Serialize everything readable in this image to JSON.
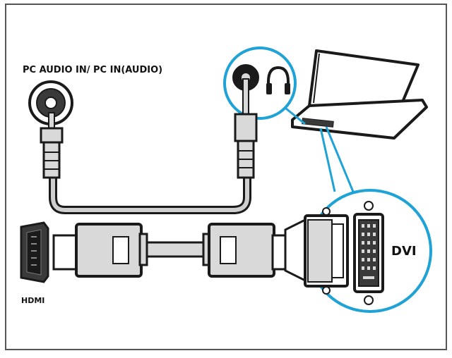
{
  "labels": {
    "pc_audio_in": "PC AUDIO IN/ PC IN(AUDIO)",
    "hdmi": "HDMI",
    "dvi": "DVI"
  },
  "icons": {
    "headphone": "headphone-icon"
  },
  "colors": {
    "highlight": "#1fa3d6",
    "outline": "#1a1a1a",
    "plug_fill": "#d9d9d9",
    "port_fill": "#3a3a3a",
    "border": "#555555"
  }
}
